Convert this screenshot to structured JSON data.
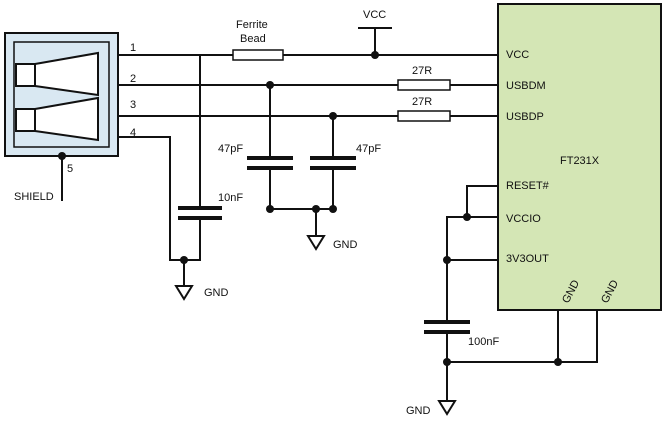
{
  "connector": {
    "pins": [
      "1",
      "2",
      "3",
      "4",
      "5"
    ],
    "shield_label": "SHIELD",
    "fill": "#d9e8f2"
  },
  "ferrite": {
    "label_line1": "Ferrite",
    "label_line2": "Bead"
  },
  "resistors": {
    "usbdm": "27R",
    "usbdp": "27R"
  },
  "capacitors": {
    "c_10n": "10nF",
    "c_47p_left": "47pF",
    "c_47p_right": "47pF",
    "c_100n": "100nF"
  },
  "power": {
    "vcc": "VCC",
    "gnd_left": "GND",
    "gnd_mid": "GND",
    "gnd_bottom": "GND"
  },
  "chip": {
    "name": "FT231X",
    "fill": "#d4e6b5",
    "pins": {
      "vcc": "VCC",
      "usbdm": "USBDM",
      "usbdp": "USBDP",
      "reset": "RESET#",
      "vccio": "VCCIO",
      "out3v3": "3V3OUT",
      "gnd1": "GND",
      "gnd2": "GND"
    }
  }
}
